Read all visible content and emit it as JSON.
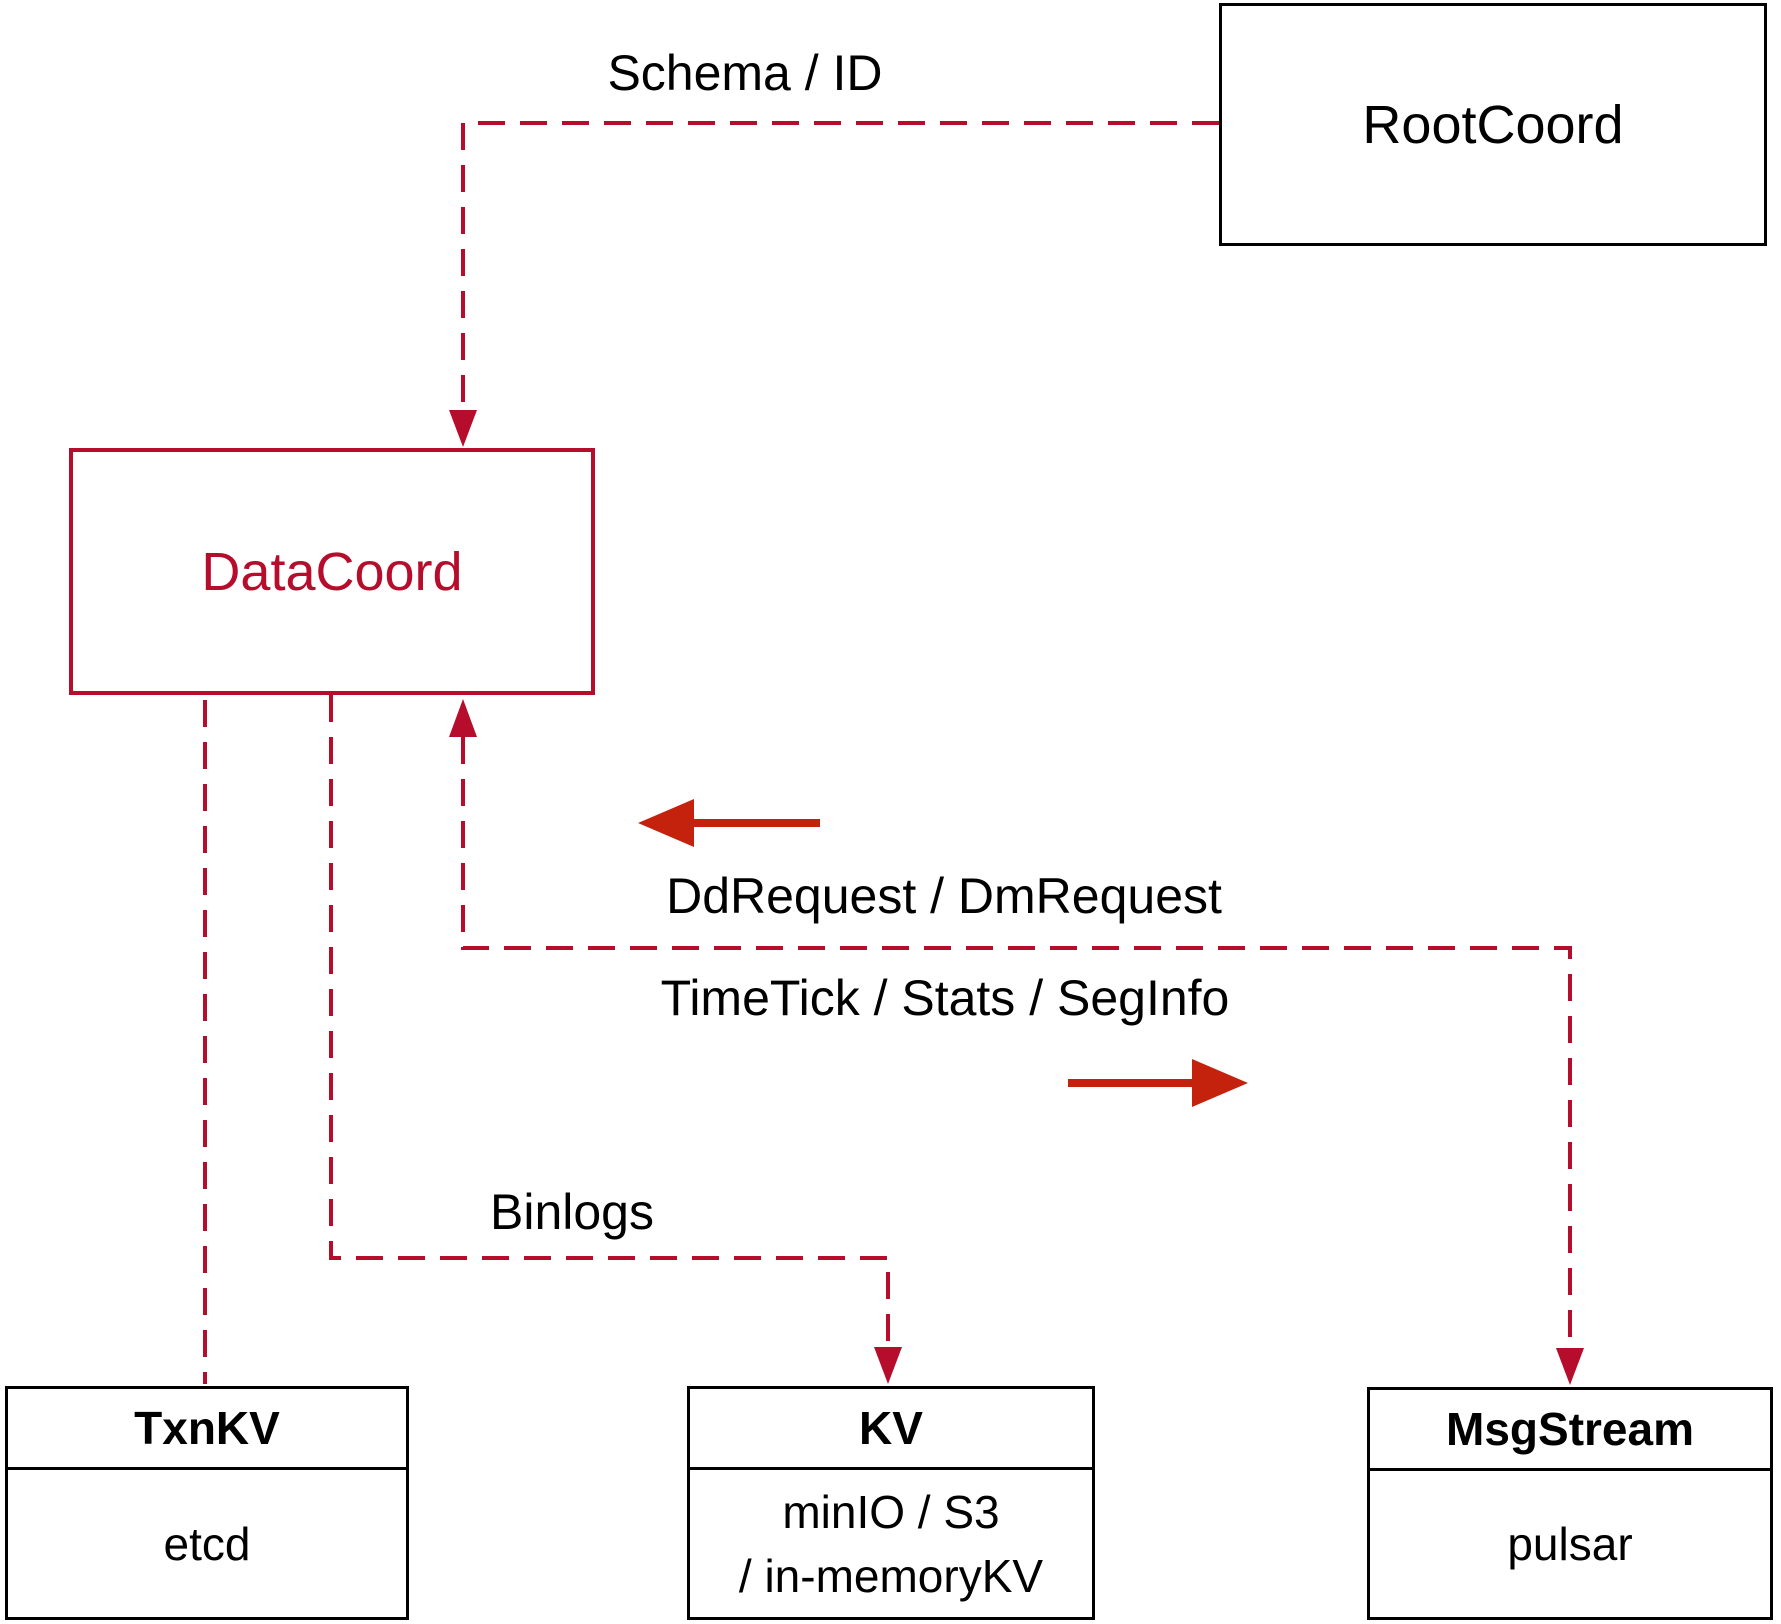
{
  "diagram": {
    "nodes": {
      "rootcoord": {
        "label": "RootCoord"
      },
      "datacoord": {
        "label": "DataCoord"
      },
      "txnkv": {
        "header": "TxnKV",
        "body": "etcd"
      },
      "kv": {
        "header": "KV",
        "body_line1": "minIO / S3",
        "body_line2": "/ in-memoryKV"
      },
      "msgstream": {
        "header": "MsgStream",
        "body": "pulsar"
      }
    },
    "edges": {
      "schema_id": {
        "label": "Schema / ID"
      },
      "dd_dm_request": {
        "label": "DdRequest / DmRequest"
      },
      "timetick_stats_seginfo": {
        "label": "TimeTick / Stats / SegInfo"
      },
      "binlogs": {
        "label": "Binlogs"
      }
    },
    "colors": {
      "dashed_line": "#b60d2c",
      "solid_arrow": "#c4220d",
      "datacoord_accent": "#b60d2c",
      "box_border": "#000000",
      "background": "#ffffff"
    }
  }
}
